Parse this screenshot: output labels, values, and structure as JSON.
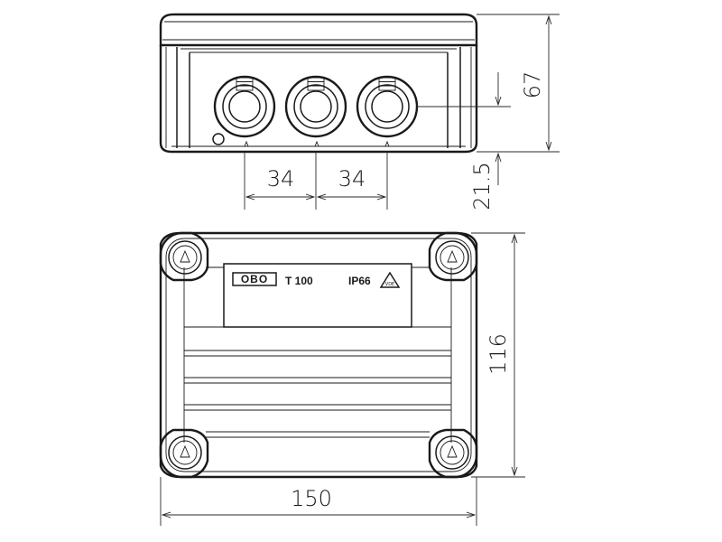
{
  "dimensions": {
    "height_total": "67",
    "height_to_gland": "21.5",
    "spacing_left": "34",
    "spacing_right": "34",
    "depth": "116",
    "width": "150"
  },
  "label": {
    "brand": "OBO",
    "model": "T 100",
    "rating": "IP66",
    "mark": "VDE"
  },
  "colors": {
    "line": "#1a1a1a",
    "background": "#ffffff"
  }
}
